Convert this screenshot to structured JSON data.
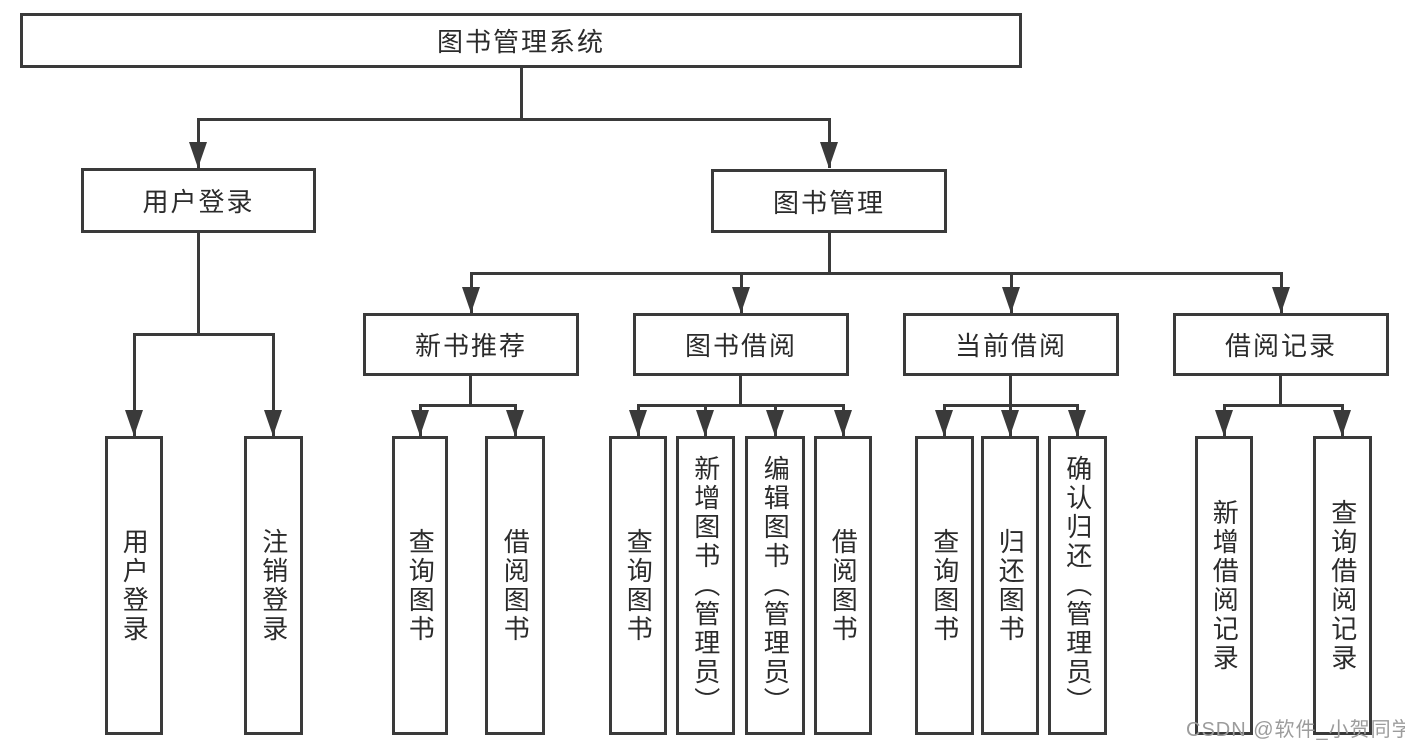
{
  "tree": {
    "root": {
      "label": "图书管理系统"
    },
    "user_branch": {
      "label": "用户登录",
      "children": [
        {
          "label": "用户登录"
        },
        {
          "label": "注销登录"
        }
      ]
    },
    "book_branch": {
      "label": "图书管理",
      "groups": [
        {
          "label": "新书推荐",
          "children": [
            {
              "label": "查询图书"
            },
            {
              "label": "借阅图书"
            }
          ]
        },
        {
          "label": "图书借阅",
          "children": [
            {
              "label": "查询图书"
            },
            {
              "label": "新增图书（管理员）"
            },
            {
              "label": "编辑图书（管理员）"
            },
            {
              "label": "借阅图书"
            }
          ]
        },
        {
          "label": "当前借阅",
          "children": [
            {
              "label": "查询图书"
            },
            {
              "label": "归还图书"
            },
            {
              "label": "确认归还（管理员）"
            }
          ]
        },
        {
          "label": "借阅记录",
          "children": [
            {
              "label": "新增借阅记录"
            },
            {
              "label": "查询借阅记录"
            }
          ]
        }
      ]
    }
  },
  "watermark": {
    "text": "CSDN @软件_小贺同学"
  },
  "colors": {
    "line": "#3a3a3a",
    "text": "#2b2b2b",
    "watermark_gray": "#9c9c9c",
    "background": "#ffffff"
  }
}
